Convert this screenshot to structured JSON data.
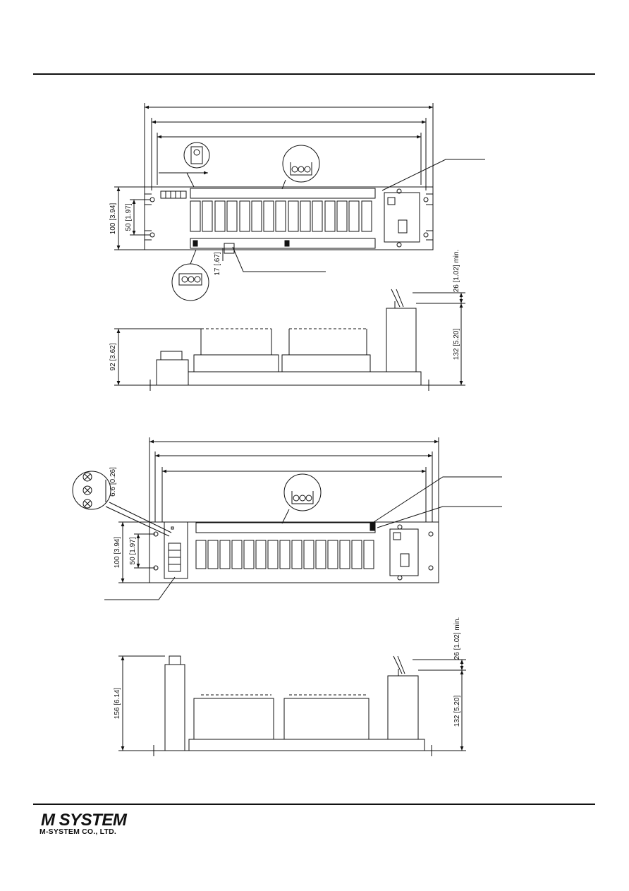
{
  "views": {
    "top_plan": {
      "height_dim": "100 [3.94]",
      "pitch_dim": "50 [1.97]",
      "connector_dim": "17 [.67]"
    },
    "top_side": {
      "height_dim": "92 [3.62]",
      "cable_dim": "26 [1.02] min.",
      "module_dim": "132 [5.20]"
    },
    "bottom_plan": {
      "height_dim": "100 [3.94]",
      "pitch_dim": "50 [1.97]",
      "screw_dim": "6.6 [0.26]"
    },
    "bottom_side": {
      "height_dim": "156 [6.14]",
      "cable_dim": "26 [1.02] min.",
      "module_dim": "132 [5.20]"
    }
  },
  "footer": {
    "logo_text": "M SYSTEM",
    "company": "M-SYSTEM CO., LTD."
  }
}
